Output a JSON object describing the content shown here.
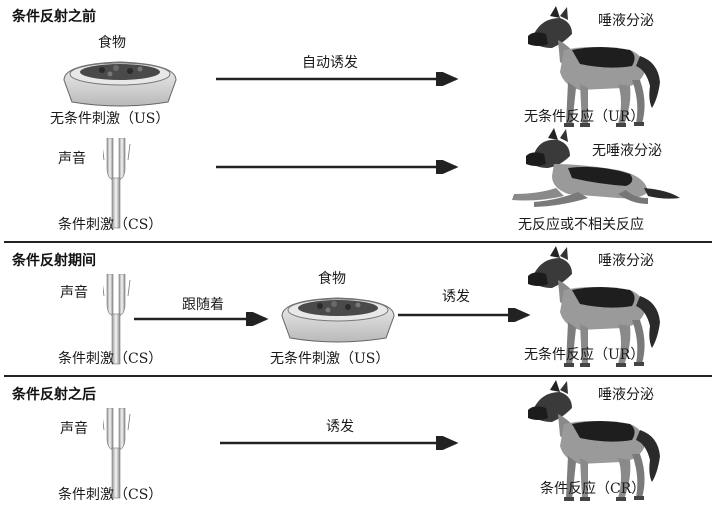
{
  "panels": {
    "before": {
      "heading": "条件反射之前",
      "row1": {
        "food_label": "食物",
        "us_label": "无条件刺激（US）",
        "arrow_label": "自动诱发",
        "response_top": "唾液分泌",
        "response_bottom": "无条件反应（UR）"
      },
      "row2": {
        "sound_label": "声音",
        "cs_label": "条件刺激（CS）",
        "response_top": "无唾液分泌",
        "response_bottom": "无反应或不相关反应"
      }
    },
    "during": {
      "heading": "条件反射期间",
      "sound_label": "声音",
      "cs_label": "条件刺激（CS）",
      "follow_label": "跟随着",
      "food_label": "食物",
      "us_label": "无条件刺激（US）",
      "arrow_label": "诱发",
      "response_top": "唾液分泌",
      "response_bottom": "无条件反应（UR）"
    },
    "after": {
      "heading": "条件反射之后",
      "sound_label": "声音",
      "cs_label": "条件刺激（CS）",
      "arrow_label": "诱发",
      "response_top": "唾液分泌",
      "response_bottom": "条件反应（CR）"
    }
  },
  "icons": {
    "dog": "german-shepherd-dog",
    "bowl": "food-bowl",
    "fork": "tuning-fork"
  }
}
